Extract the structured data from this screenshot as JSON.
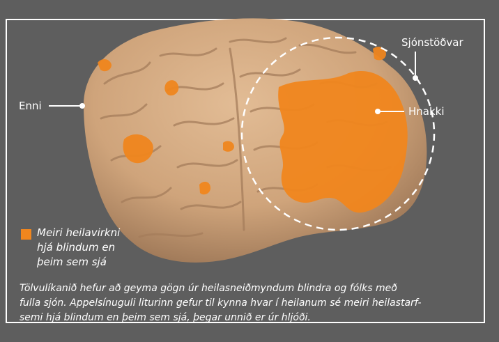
{
  "labels": {
    "enni": "Enni",
    "hnakki": "Hnakki",
    "sjonstodvar": "Sjónstöðvar"
  },
  "legend": {
    "text": "Meiri heilavirkni\nhjá blindum en\nþeim sem sjá",
    "swatch_color": "#f0861e"
  },
  "caption": "Tölvulíkanið hefur að geyma gögn úr heilasneiðmyndum blindra og fólks með\nfulla sjón. Appelsínuguli liturinn gefur til kynna hvar í heilanum sé meiri heilastarf-\nsemi hjá blindum en þeim sem sjá, þegar unnið er úr hljóði.",
  "colors": {
    "background": "#5e5e5e",
    "brain": "#d2a880",
    "activity": "#f0861e",
    "frame": "#ffffff"
  }
}
